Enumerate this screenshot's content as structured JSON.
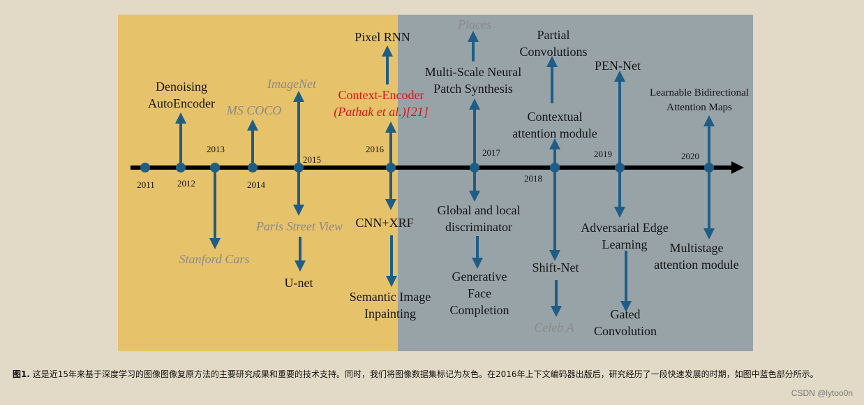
{
  "colors": {
    "early_era": "#e6c26a",
    "rapid_era": "#98a3a8",
    "axis": "#000000",
    "marker": "#1f5d86",
    "method_text": "#141414",
    "dataset_text": "#8a8a8a",
    "highlight_text": "#d0161b"
  },
  "timeline": {
    "years": [
      "2011",
      "2012",
      "2013",
      "2014",
      "2015",
      "2016",
      "2017",
      "2018",
      "2019",
      "2020"
    ],
    "methods": {
      "denoising_ae": [
        "Denoising",
        "AutoEncoder"
      ],
      "pixel_rnn": "Pixel RNN",
      "context_encoder": "Context-Encoder",
      "context_encoder_cite": "(Pathak  et al.)[21]",
      "multiscale": [
        "Multi-Scale Neural",
        "Patch Synthesis"
      ],
      "partial_conv": [
        "Partial",
        "Convolutions"
      ],
      "contextual_attention": [
        "Contextual",
        "attention module"
      ],
      "pen_net": "PEN-Net",
      "lbam": [
        "Learnable Bidirectional",
        "Attention Maps"
      ],
      "u_net": "U-net",
      "cnn_xrf": "CNN+XRF",
      "semantic_inpainting": [
        "Semantic Image",
        "Inpainting"
      ],
      "global_local": [
        "Global and local",
        "discriminator"
      ],
      "generative_face": [
        "Generative",
        "Face",
        "Completion"
      ],
      "shift_net": "Shift-Net",
      "edge_learning": [
        "Adversarial Edge",
        "Learning"
      ],
      "gated_conv": [
        "Gated",
        "Convolution"
      ],
      "multistage": [
        "Multistage",
        "attention module"
      ]
    },
    "datasets": {
      "ms_coco": "MS COCO",
      "imagenet": "ImageNet",
      "places": "Places",
      "stanford_cars": "Stanford Cars",
      "paris_street_view": "Paris Street View",
      "celeb_a": "Celeb A"
    }
  },
  "caption": {
    "figure_label": "图1.",
    "text": "这是近15年来基于深度学习的图像图像复原方法的主要研究成果和重要的技术支持。同时，我们将图像数据集标记为灰色。在2016年上下文编码器出版后，研究经历了一段快速发展的时期，如图中蓝色部分所示。"
  },
  "watermark": "CSDN @lytoo0n"
}
